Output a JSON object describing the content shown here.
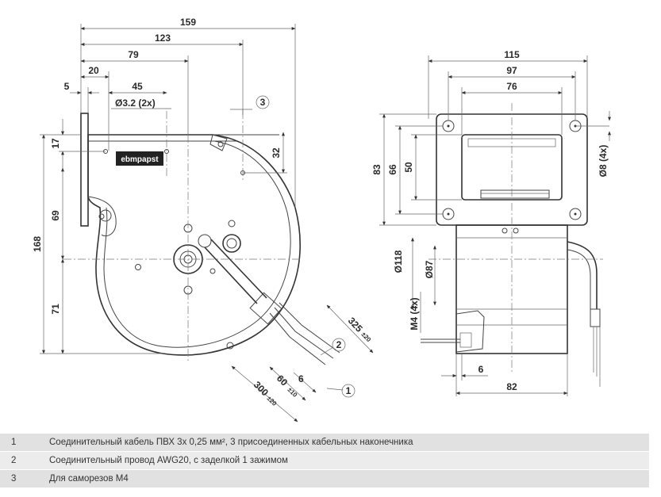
{
  "dimensions_left": {
    "d159": "159",
    "d123": "123",
    "d79": "79",
    "d20": "20",
    "d5": "5",
    "d45": "45",
    "d32hole": "Ø3.2 (2x)",
    "d17": "17",
    "d32": "32",
    "d168": "168",
    "d69": "69",
    "d71": "71",
    "d325": "325",
    "d325tol": "±20",
    "d300": "300",
    "d300tol": "±20",
    "d60": "60",
    "d60tol": "±10",
    "d6": "6"
  },
  "dimensions_right": {
    "d115": "115",
    "d97": "97",
    "d76": "76",
    "d83": "83",
    "d66": "66",
    "d50": "50",
    "d8hole": "Ø8 (4x)",
    "d118": "Ø118",
    "d87": "Ø87",
    "dm4": "M4 (4x)",
    "d6": "6",
    "d82": "82"
  },
  "callouts": {
    "c1": "1",
    "c2": "2",
    "c3": "3"
  },
  "logo_text": "ebmpapst",
  "legend": [
    {
      "num": "1",
      "text": "Соединительный кабель ПВХ 3x 0,25 мм², 3 присоединенных кабельных наконечника"
    },
    {
      "num": "2",
      "text": "Соединительный провод AWG20, с заделкой 1 зажимом"
    },
    {
      "num": "3",
      "text": "Для саморезов M4"
    }
  ]
}
